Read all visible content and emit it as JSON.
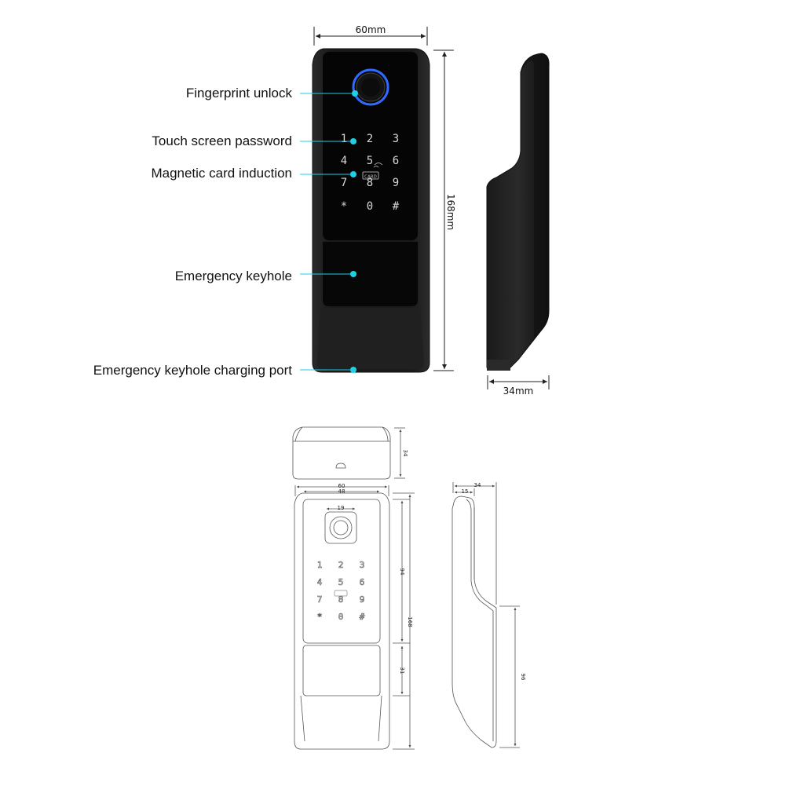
{
  "callouts": [
    {
      "label": "Fingerprint unlock"
    },
    {
      "label": "Touch screen password"
    },
    {
      "label": "Magnetic card induction"
    },
    {
      "label": "Emergency keyhole"
    },
    {
      "label": "Emergency keyhole charging port"
    }
  ],
  "dimensions": {
    "width": "60mm",
    "height": "168mm",
    "depth": "34mm"
  },
  "keypad": {
    "keys": [
      "1",
      "2",
      "3",
      "4",
      "5",
      "6",
      "7",
      "8",
      "9",
      "*",
      "0",
      "#"
    ],
    "card_label": "CARD"
  },
  "drawing": {
    "top_depth": "34",
    "front_outer": "60",
    "front_inner": "48",
    "sensor": "19",
    "panel": "94",
    "keyhole": "31",
    "total": "168",
    "side_depth": "34",
    "side_top": "15",
    "side_lower": "96"
  },
  "colors": {
    "callout_dot": "#1ecfe6",
    "body": "#1c1c1c",
    "panel": "#050505",
    "fingerprint_ring": "#2f6bff"
  }
}
